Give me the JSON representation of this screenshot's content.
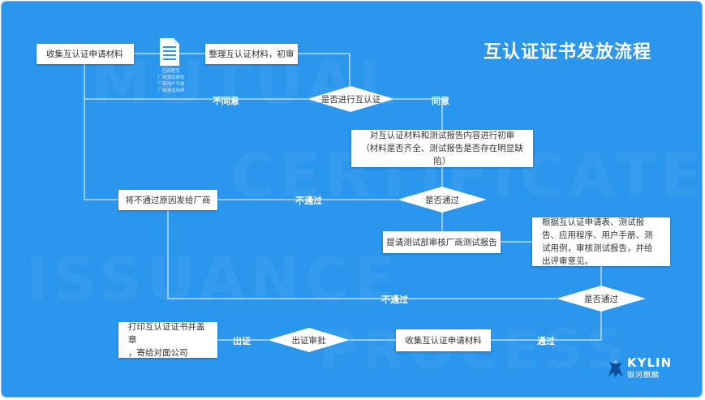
{
  "title": "互认证证书发放流程",
  "watermark": [
    "MUTUAL",
    "CERTIFICATE",
    "ISSUANCE",
    "PROCESS"
  ],
  "document_icon_lines": [
    "应用程序",
    "厂商测试报告",
    "厂商用户手册",
    "厂商测试用例"
  ],
  "nodes": {
    "collect_materials": "收集互认证申请材料",
    "organize_review": "整理互认证材料，初审",
    "decide_mutual": "是否进行互认证",
    "initial_review_line1": "对互认证材料和测试报告内容进行初审",
    "initial_review_line2": "（材料是否齐全、测试报告是否存在明显缺陷）",
    "decide_pass1": "是否通过",
    "send_reason": "将不通过原因发给厂商",
    "submit_test": "提请测试部审核厂商测试报告",
    "test_audit": "根据互认证申请表、测试报告、应用程序、用户手册、测试用例，审核测试报告，并给出评审意见。",
    "decide_pass2": "是否通过",
    "collect_materials2": "收集互认证申请材料",
    "approve_cert": "出证审批",
    "print_cert_line1": "打印互认证证书并盖章",
    "print_cert_line2": "，寄给对面公司"
  },
  "edge_labels": {
    "disagree": "不同意",
    "agree": "同意",
    "fail1": "不通过",
    "fail2": "不通过",
    "pass": "通过",
    "issue": "出证"
  },
  "logo": {
    "brand": "KYLIN",
    "cn": "银河麒麟"
  },
  "colors": {
    "background": "#2a96ee",
    "box": "#ffffff",
    "line": "#ffffff"
  }
}
